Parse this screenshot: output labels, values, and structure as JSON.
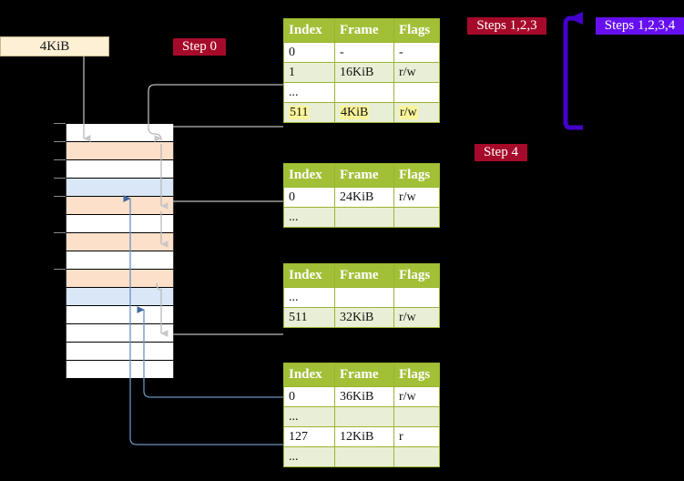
{
  "diagram": {
    "title_label": "4KiB",
    "badges": {
      "step0": "Step 0",
      "steps123": "Steps 1,2,3",
      "steps1234": "Steps 1,2,3,4",
      "step4": "Step 4"
    },
    "colors": {
      "background": "#000000",
      "table_header": "#a2c037",
      "table_alt_row": "#e9efd6",
      "highlight": "#fbf59a",
      "badge_red": "#a60a2a",
      "badge_blue": "#6610f2",
      "label_box": "#fdf0d5",
      "mem_orange": "#fde0c9",
      "mem_blue": "#d9e7f7",
      "connector_gray": "#b9b9b9",
      "connector_blue": "#6d8fc0",
      "big_arrow": "#4400cc"
    },
    "memory_rows": [
      {
        "fill": "white"
      },
      {
        "fill": "orange"
      },
      {
        "fill": "white"
      },
      {
        "fill": "blue"
      },
      {
        "fill": "orange"
      },
      {
        "fill": "white"
      },
      {
        "fill": "orange"
      },
      {
        "fill": "white"
      },
      {
        "fill": "orange"
      },
      {
        "fill": "blue"
      },
      {
        "fill": "white"
      },
      {
        "fill": "white"
      },
      {
        "fill": "white"
      },
      {
        "fill": "white"
      }
    ],
    "columns": [
      "Index",
      "Frame",
      "Flags"
    ],
    "tables": [
      {
        "name": "pml4-table",
        "rows": [
          {
            "index": "0",
            "frame": "-",
            "flags": "-",
            "style": "plain",
            "highlight": false
          },
          {
            "index": "1",
            "frame": "16KiB",
            "flags": "r/w",
            "style": "alt",
            "highlight": false
          },
          {
            "index": "...",
            "frame": "",
            "flags": "",
            "style": "plain",
            "highlight": false
          },
          {
            "index": "511",
            "frame": "4KiB",
            "flags": "r/w",
            "style": "alt",
            "highlight": true
          }
        ]
      },
      {
        "name": "pdpt-table",
        "rows": [
          {
            "index": "0",
            "frame": "24KiB",
            "flags": "r/w",
            "style": "plain",
            "highlight": false
          },
          {
            "index": "...",
            "frame": "",
            "flags": "",
            "style": "alt",
            "highlight": false
          }
        ]
      },
      {
        "name": "pd-table",
        "rows": [
          {
            "index": "...",
            "frame": "",
            "flags": "",
            "style": "plain",
            "highlight": false
          },
          {
            "index": "511",
            "frame": "32KiB",
            "flags": "r/w",
            "style": "alt",
            "highlight": false
          }
        ]
      },
      {
        "name": "pt-table",
        "rows": [
          {
            "index": "0",
            "frame": "36KiB",
            "flags": "r/w",
            "style": "plain",
            "highlight": false
          },
          {
            "index": "...",
            "frame": "",
            "flags": "",
            "style": "alt",
            "highlight": false
          },
          {
            "index": "127",
            "frame": "12KiB",
            "flags": "r",
            "style": "plain",
            "highlight": false
          },
          {
            "index": "...",
            "frame": "",
            "flags": "",
            "style": "alt",
            "highlight": false
          }
        ]
      }
    ]
  }
}
